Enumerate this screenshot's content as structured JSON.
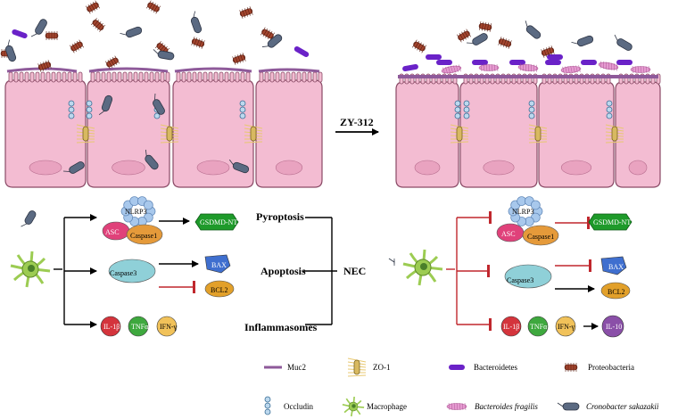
{
  "treatment": {
    "label": "ZY-312"
  },
  "pathways": {
    "pyroptosis": "Pyroptosis",
    "apoptosis": "Apoptosis",
    "inflammasomes": "Inflammasomes",
    "outcome": "NEC"
  },
  "proteins": {
    "nlrp3": "NLRP3",
    "asc": "ASC",
    "caspase1": "Caspase1",
    "gsdmd": "GSDMD-NT",
    "caspase3": "Caspase3",
    "bax": "BAX",
    "bcl2": "BCL2",
    "il1b": "IL-1β",
    "tnfa": "TNFα",
    "ifng": "IFN-γ",
    "il10": "IL-10"
  },
  "legend": {
    "muc2": "Muc2",
    "zo1": "ZO-1",
    "bacteroidetes": "Bacteroidetes",
    "proteobacteria": "Proteobacteria",
    "occludin": "Occludin",
    "macrophage": "Macrophage",
    "b_fragilis": "Bacteroides fragilis",
    "c_sakazakii": "Cronobacter sakazakii"
  },
  "colors": {
    "cell_fill": "#f3bcd2",
    "cell_stroke": "#8a4a66",
    "muc2": "#8e5a9a",
    "bacteroidetes": "#6a22c8",
    "proteobacteria": "#a3452e",
    "cronobacter": "#5b6a82",
    "b_fragilis": "#e59ad0",
    "inhibit": "#c0272d",
    "arrow": "#000000",
    "nlrp3": "#a8c8ec",
    "asc": "#e0417a",
    "caspase1": "#e59a3a",
    "gsdmd": "#1e9a2a",
    "caspase3": "#8fd0d8",
    "bax": "#3f6fcf",
    "bcl2": "#e2a02a",
    "il1b": "#d4343c",
    "tnfa": "#3ea83e",
    "ifng": "#f1c25a",
    "il10": "#8a4fa8",
    "macrophage": "#9ccc52"
  },
  "icons": [
    "macrophage-icon",
    "tight-junction-icon",
    "occludin-icon",
    "rod-bacterium-icon"
  ]
}
